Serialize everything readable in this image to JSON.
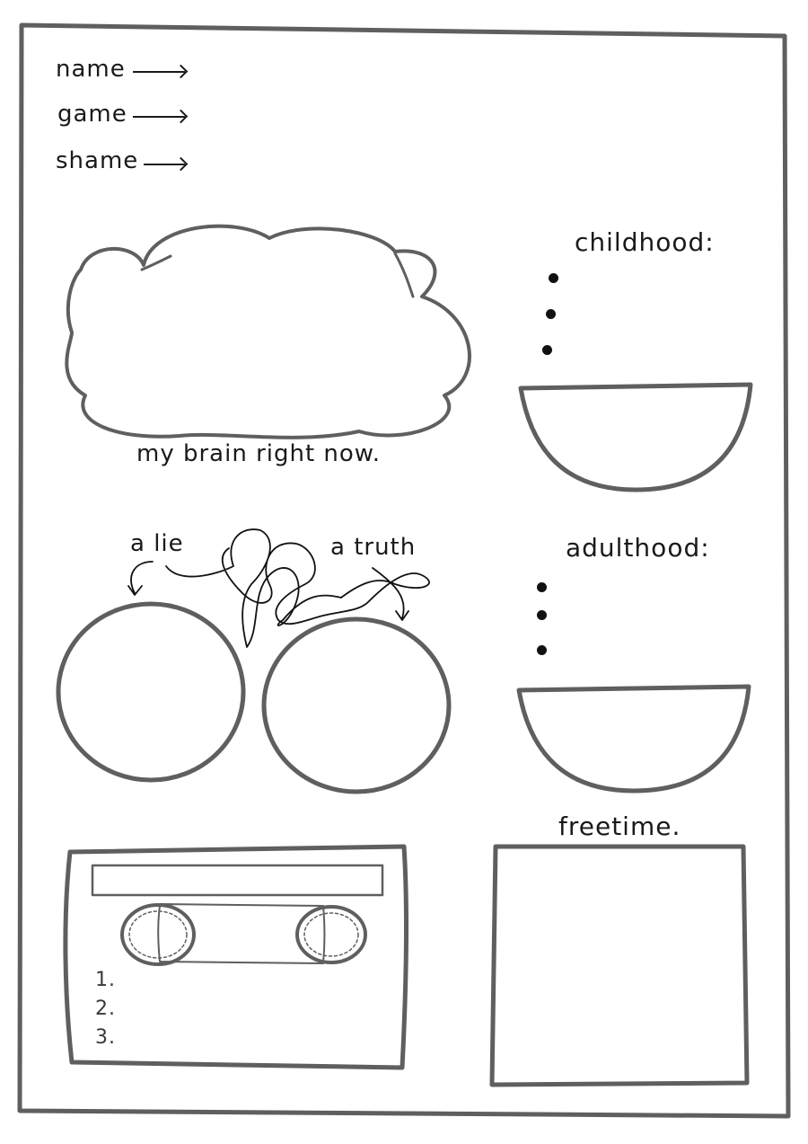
{
  "fields": [
    {
      "label": "name"
    },
    {
      "label": "game"
    },
    {
      "label": "shame"
    }
  ],
  "brain": {
    "caption": "my brain right now."
  },
  "childhood": {
    "label": "childhood:"
  },
  "adulthood": {
    "label": "adulthood:"
  },
  "lie_truth": {
    "lie_label": "a lie",
    "truth_label": "a truth"
  },
  "freetime": {
    "label": "freetime."
  },
  "tape": {
    "track_numbers": [
      "1.",
      "2.",
      "3."
    ]
  },
  "colors": {
    "pencil": "#5f5f5f",
    "ink": "#111111",
    "paper": "#ffffff"
  }
}
